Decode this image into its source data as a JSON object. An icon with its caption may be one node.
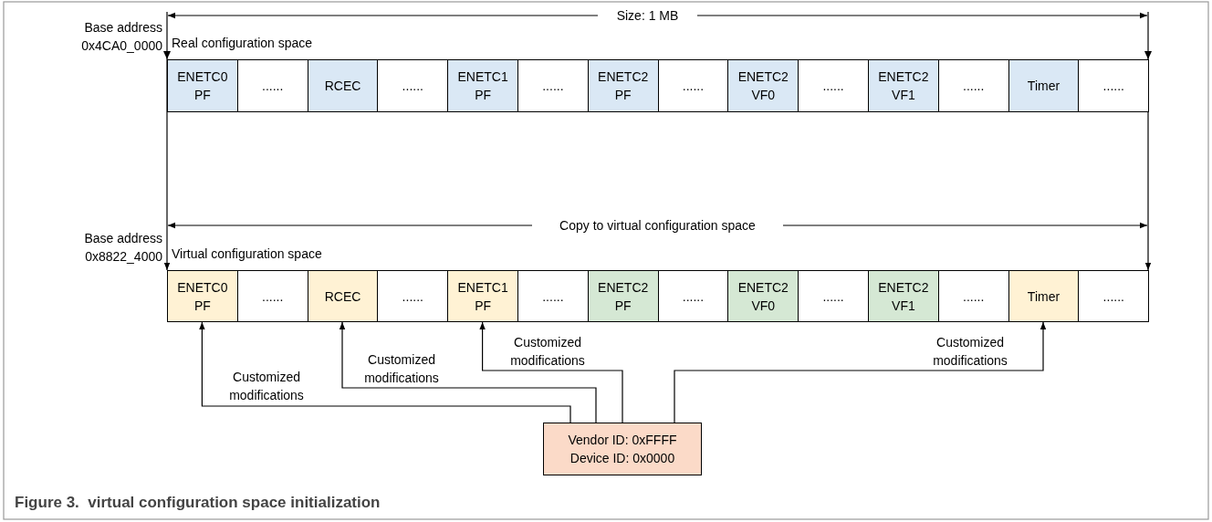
{
  "diagram": {
    "caption": "Figure 3.  virtual configuration space initialization",
    "nodes": [
      {
        "text": [
          "ENETC0 PF"
        ]
      },
      {
        "text": [
          "......"
        ]
      },
      {
        "text": [
          "RCEC"
        ]
      },
      {
        "text": [
          "......"
        ]
      },
      {
        "text": [
          "ENETC1 PF"
        ]
      },
      {
        "text": [
          "......"
        ]
      },
      {
        "text": [
          "ENETC2 PF"
        ]
      },
      {
        "text": [
          "......"
        ]
      },
      {
        "text": [
          "ENETC2 VF0"
        ]
      },
      {
        "text": [
          "......"
        ]
      },
      {
        "text": [
          "ENETC2 VF1"
        ]
      },
      {
        "text": [
          "......"
        ]
      },
      {
        "text": [
          "Timer"
        ]
      },
      {
        "text": [
          "......"
        ]
      },
      {
        "text": [
          "ENETC0 PF"
        ]
      },
      {
        "text": [
          "......"
        ]
      },
      {
        "text": [
          "RCEC"
        ]
      },
      {
        "text": [
          "......"
        ]
      },
      {
        "text": [
          "ENETC1 PF"
        ]
      },
      {
        "text": [
          "......"
        ]
      },
      {
        "text": [
          "ENETC2 PF"
        ]
      },
      {
        "text": [
          "......"
        ]
      },
      {
        "text": [
          "ENETC2 VF0"
        ]
      },
      {
        "text": [
          "......"
        ]
      },
      {
        "text": [
          "ENETC2 VF1"
        ]
      },
      {
        "text": [
          "......"
        ]
      },
      {
        "text": [
          "Timer"
        ]
      },
      {
        "text": [
          "......"
        ]
      },
      {
        "text": [
          "Vendor ID: 0xFFFF Device ID: 0x0000"
        ]
      }
    ],
    "edges": [
      {
        "from": 28,
        "to": 14,
        "arrow": "to",
        "label": "Customized modifications"
      },
      {
        "from": 28,
        "to": 16,
        "arrow": "to",
        "label": "Customized modifications"
      },
      {
        "from": 28,
        "to": 18,
        "arrow": "to",
        "label": "Customized modifications"
      },
      {
        "from": 28,
        "to": 26,
        "arrow": "to",
        "label": "Customized modifications"
      }
    ],
    "labels": [
      "Base address 0x4CA0_0000",
      "Real configuration space",
      "Size: 1 MB",
      "Base address 0x8822_4000",
      "Virtual configuration space",
      "Copy to virtual configuration space"
    ]
  }
}
